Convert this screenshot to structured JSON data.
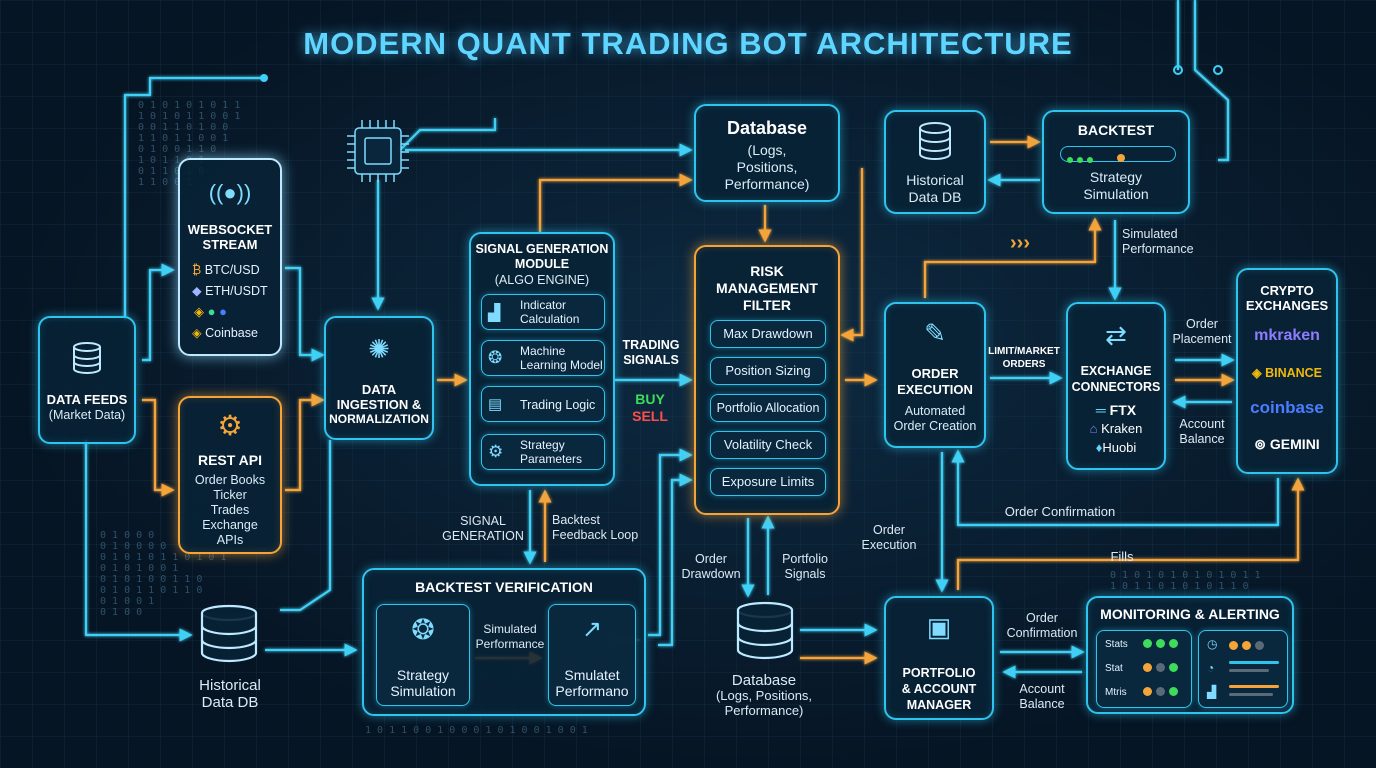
{
  "title": "MODERN QUANT TRADING BOT ARCHITECTURE",
  "websocket": {
    "title_1": "WEBSOCKET",
    "title_2": "STREAM",
    "items": [
      "BTC/USD",
      "ETH/USDT",
      "Coinbase"
    ]
  },
  "data_feeds": {
    "title": "DATA FEEDS",
    "subtitle": "(Market Data)"
  },
  "rest_api": {
    "title": "REST API",
    "lines": [
      "Order Books",
      "Ticker",
      "Trades",
      "Exchange",
      "APIs"
    ]
  },
  "ingestion": {
    "title_1": "DATA",
    "title_2": "INGESTION &",
    "title_3": "NORMALIZATION"
  },
  "historical_left": {
    "line_1": "Historical",
    "line_2": "Data DB"
  },
  "signal": {
    "title_1": "SIGNAL GENERATION",
    "title_2": "MODULE",
    "title_3": "(ALGO ENGINE)",
    "items": [
      {
        "icon": "chart-icon",
        "label_1": "Indicator",
        "label_2": "Calculation"
      },
      {
        "icon": "brain-icon",
        "label_1": "Machine",
        "label_2": "Learning Model"
      },
      {
        "icon": "logic-icon",
        "label_1": "Trading Logic",
        "label_2": ""
      },
      {
        "icon": "gear-icon",
        "label_1": "Strategy",
        "label_2": "Parameters"
      }
    ]
  },
  "trading_signals": {
    "line_1": "TRADING",
    "line_2": "SIGNALS",
    "buy": "BUY",
    "sell": "SELL"
  },
  "signal_generation_label": {
    "line_1": "SIGNAL",
    "line_2": "GENERATION"
  },
  "backtest_feedback": {
    "line_1": "Backtest",
    "line_2": "Feedback Loop"
  },
  "backtest_verification": {
    "title": "BACKTEST VERIFICATION",
    "left": {
      "line_1": "Strategy",
      "line_2": "Simulation"
    },
    "mid": {
      "line_1": "Simulated",
      "line_2": "Performance"
    },
    "right": {
      "line_1": "Smulatet",
      "line_2": "Performano"
    }
  },
  "database_top": {
    "title": "Database",
    "line_1": "(Logs,",
    "line_2": "Positions,",
    "line_3": "Performance)"
  },
  "risk": {
    "title_1": "RISK",
    "title_2": "MANAGEMENT",
    "title_3": "FILTER",
    "items": [
      "Max Drawdown",
      "Position Sizing",
      "Portfolio Allocation",
      "Volatility Check",
      "Exposure Limits"
    ]
  },
  "order_drawdown": {
    "line_1": "Order",
    "line_2": "Drawdown"
  },
  "portfolio_signals": {
    "line_1": "Portfolio",
    "line_2": "Signals"
  },
  "database_bottom": {
    "line_1": "Database",
    "line_2": "(Logs, Positions,",
    "line_3": "Performance)"
  },
  "historical_right": {
    "line_1": "Historical",
    "line_2": "Data DB"
  },
  "backtest": {
    "title": "BACKTEST",
    "line_1": "Strategy",
    "line_2": "Simulation"
  },
  "simulated_performance": {
    "line_1": "Simulated",
    "line_2": "Performance"
  },
  "order_execution": {
    "title_1": "ORDER",
    "title_2": "EXECUTION",
    "line_1": "Automated",
    "line_2": "Order Creation"
  },
  "limit_market": {
    "line_1": "LIMIT/MARKET",
    "line_2": "ORDERS"
  },
  "exchange_connectors": {
    "title_1": "EXCHANGE",
    "title_2": "CONNECTORS",
    "items": [
      "FTX",
      "Kraken",
      "Huobi"
    ]
  },
  "order_placement": {
    "line_1": "Order",
    "line_2": "Placement"
  },
  "account_balance_right": {
    "line_1": "Account",
    "line_2": "Balance"
  },
  "crypto_exchanges": {
    "title_1": "CRYPTO",
    "title_2": "EXCHANGES",
    "items": [
      "kraken",
      "BINANCE",
      "coinbase",
      "GEMINI"
    ]
  },
  "order_confirmation_top": "Order Confirmation",
  "fills": "Fills",
  "order_execution_label": {
    "line_1": "Order",
    "line_2": "Execution"
  },
  "portfolio": {
    "title_1": "PORTFOLIO",
    "title_2": "& ACCOUNT",
    "title_3": "MANAGER"
  },
  "order_confirmation_bottom": {
    "line_1": "Order",
    "line_2": "Confirmation"
  },
  "account_balance_bottom": {
    "line_1": "Account",
    "line_2": "Balance"
  },
  "monitoring": {
    "title": "MONITORING & ALERTING",
    "rows": [
      "Stats",
      "Stat",
      "Mtris"
    ]
  },
  "colors": {
    "cyan": "#2fc4ee",
    "orange": "#f5a43a",
    "green": "#3ddc5a",
    "red": "#ff4d4d"
  }
}
